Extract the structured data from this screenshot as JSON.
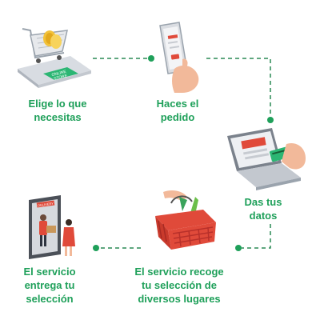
{
  "colors": {
    "accent": "#1fa05a",
    "dash": "#2a8a55",
    "cart_red": "#e04a3a",
    "phone_gray": "#dadde2",
    "coin_yellow": "#f2c23a"
  },
  "steps": [
    {
      "label": "Elige lo que\nnecesitas",
      "icon": "shopping-cart-icon",
      "badge": "ONLINE\nSTORE"
    },
    {
      "label": "Haces el\npedido",
      "icon": "phone-order-icon"
    },
    {
      "label": "Das tus\ndatos",
      "icon": "laptop-card-icon"
    },
    {
      "label": "El servicio recoge\ntu selección de\ndiversos lugares",
      "icon": "shopping-basket-icon"
    },
    {
      "label": "El servicio\nentrega tu\nselección",
      "icon": "delivery-door-icon",
      "badge": "DELIVERY"
    }
  ]
}
